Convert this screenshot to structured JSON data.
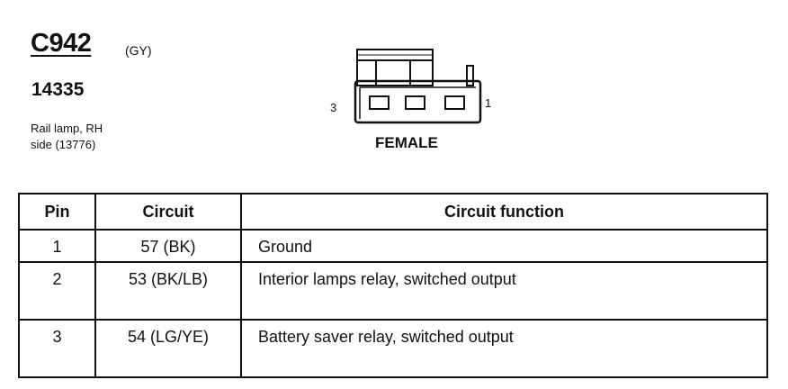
{
  "connector": {
    "id": "C942",
    "color_code": "(GY)",
    "part_number": "14335",
    "description_line1": "Rail lamp, RH",
    "description_line2": "side (13776)"
  },
  "diagram": {
    "pin_left_label": "3",
    "pin_right_label": "1",
    "gender": "FEMALE"
  },
  "table": {
    "headers": {
      "pin": "Pin",
      "circuit": "Circuit",
      "function": "Circuit function"
    },
    "rows": [
      {
        "pin": "1",
        "circuit": "57 (BK)",
        "function": "Ground"
      },
      {
        "pin": "2",
        "circuit": "53 (BK/LB)",
        "function": "Interior lamps relay, switched output"
      },
      {
        "pin": "3",
        "circuit": "54 (LG/YE)",
        "function": "Battery saver relay, switched output"
      }
    ]
  }
}
